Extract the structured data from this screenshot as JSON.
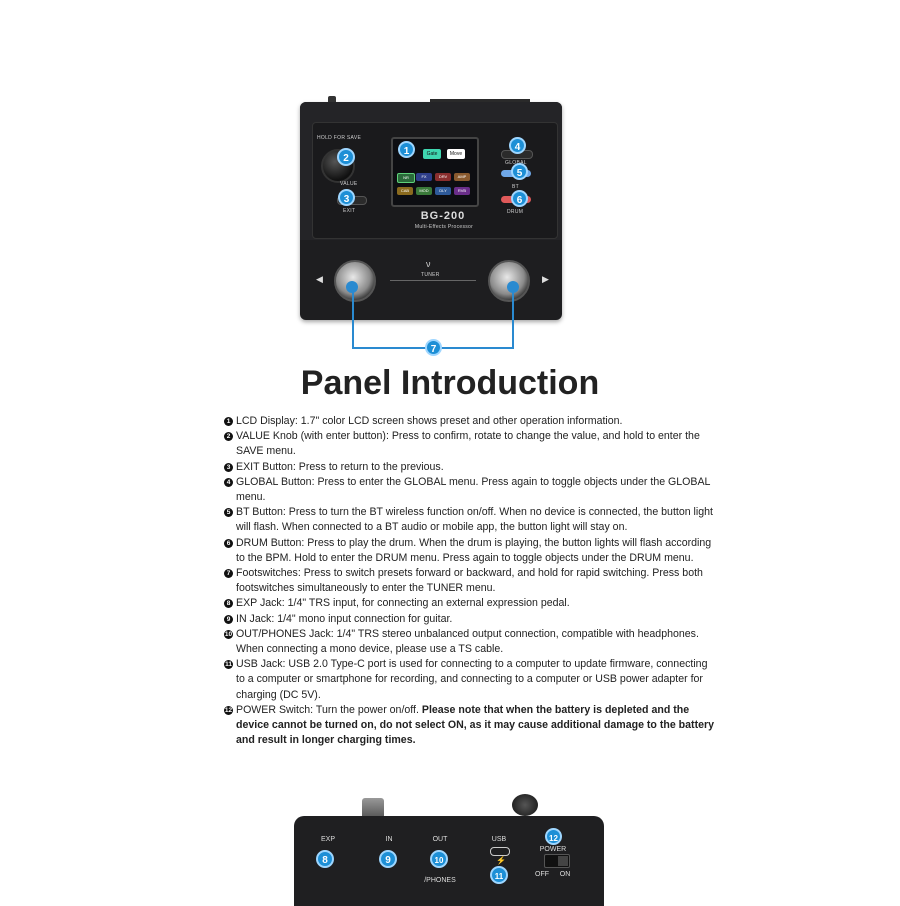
{
  "device": {
    "hold_for_save": "HOLD FOR SAVE",
    "value_label": "VALUE",
    "exit_label": "EXIT",
    "global_label": "GLOBAL",
    "bt_label": "BT",
    "drum_label": "DRUM",
    "model": "BG-200",
    "subtitle": "Multi-Effects Processor",
    "tuner_label": "TUNER",
    "screen": {
      "tab_left": "Gate",
      "tab_right": "Move",
      "chips": [
        "NR",
        "FX",
        "DRV",
        "AMP",
        "CAB",
        "MOD",
        "DLY",
        "RVB"
      ]
    },
    "badges": [
      "1",
      "2",
      "3",
      "4",
      "5",
      "6",
      "7"
    ],
    "arrow_left": "◀",
    "arrow_right": "▶"
  },
  "title": "Panel Introduction",
  "items": [
    {
      "num": "1",
      "text": "LCD Display: 1.7\" color LCD screen shows preset and other operation information."
    },
    {
      "num": "2",
      "text": "VALUE Knob (with enter button): Press to confirm, rotate to change the value, and hold to enter the SAVE menu."
    },
    {
      "num": "3",
      "text": "EXIT Button: Press to return to the previous."
    },
    {
      "num": "4",
      "text": "GLOBAL Button: Press to enter the GLOBAL menu. Press again to toggle objects under the GLOBAL menu."
    },
    {
      "num": "5",
      "text": "BT Button: Press to turn the BT wireless function on/off. When no device is connected, the button light will flash. When connected to a BT audio or mobile app, the button light will stay on."
    },
    {
      "num": "6",
      "text": "DRUM Button: Press to play the drum. When the drum is playing, the button lights will flash according to the BPM. Hold to enter the DRUM menu. Press again to toggle objects under the DRUM menu."
    },
    {
      "num": "7",
      "text": "Footswitches: Press to switch presets forward or backward, and hold for rapid switching. Press both footswitches simultaneously to enter the TUNER menu."
    },
    {
      "num": "8",
      "text": "EXP Jack: 1/4\" TRS input, for connecting an external expression pedal."
    },
    {
      "num": "9",
      "text": "IN Jack: 1/4\" mono input connection for guitar."
    },
    {
      "num": "10",
      "text": "OUT/PHONES Jack: 1/4\" TRS stereo unbalanced output connection, compatible with headphones. When connecting a mono device, please use a TS cable."
    },
    {
      "num": "11",
      "text": "USB Jack: USB 2.0 Type-C port is used for connecting to a computer to update firmware, connecting to a computer or smartphone for recording, and connecting to a computer or USB power adapter for charging (DC 5V)."
    },
    {
      "num": "12",
      "text": "POWER Switch: Turn the power on/off. ",
      "bold": "Please note that when the battery is depleted and the device cannot be turned on, do not select ON, as it may cause additional damage to the battery and result in longer charging times."
    }
  ],
  "bottom": {
    "exp": "EXP",
    "in": "IN",
    "out": "OUT",
    "phones": "/PHONES",
    "usb": "USB",
    "power": "POWER",
    "off": "OFF",
    "on": "ON",
    "badges": [
      "8",
      "9",
      "10",
      "11",
      "12"
    ]
  },
  "colors": {
    "badge": "#1d8fd6",
    "line": "#2a8ad0",
    "bt": "#6fa8e8",
    "drum": "#e05a5a",
    "screen_tab": "#3fd6b0"
  }
}
